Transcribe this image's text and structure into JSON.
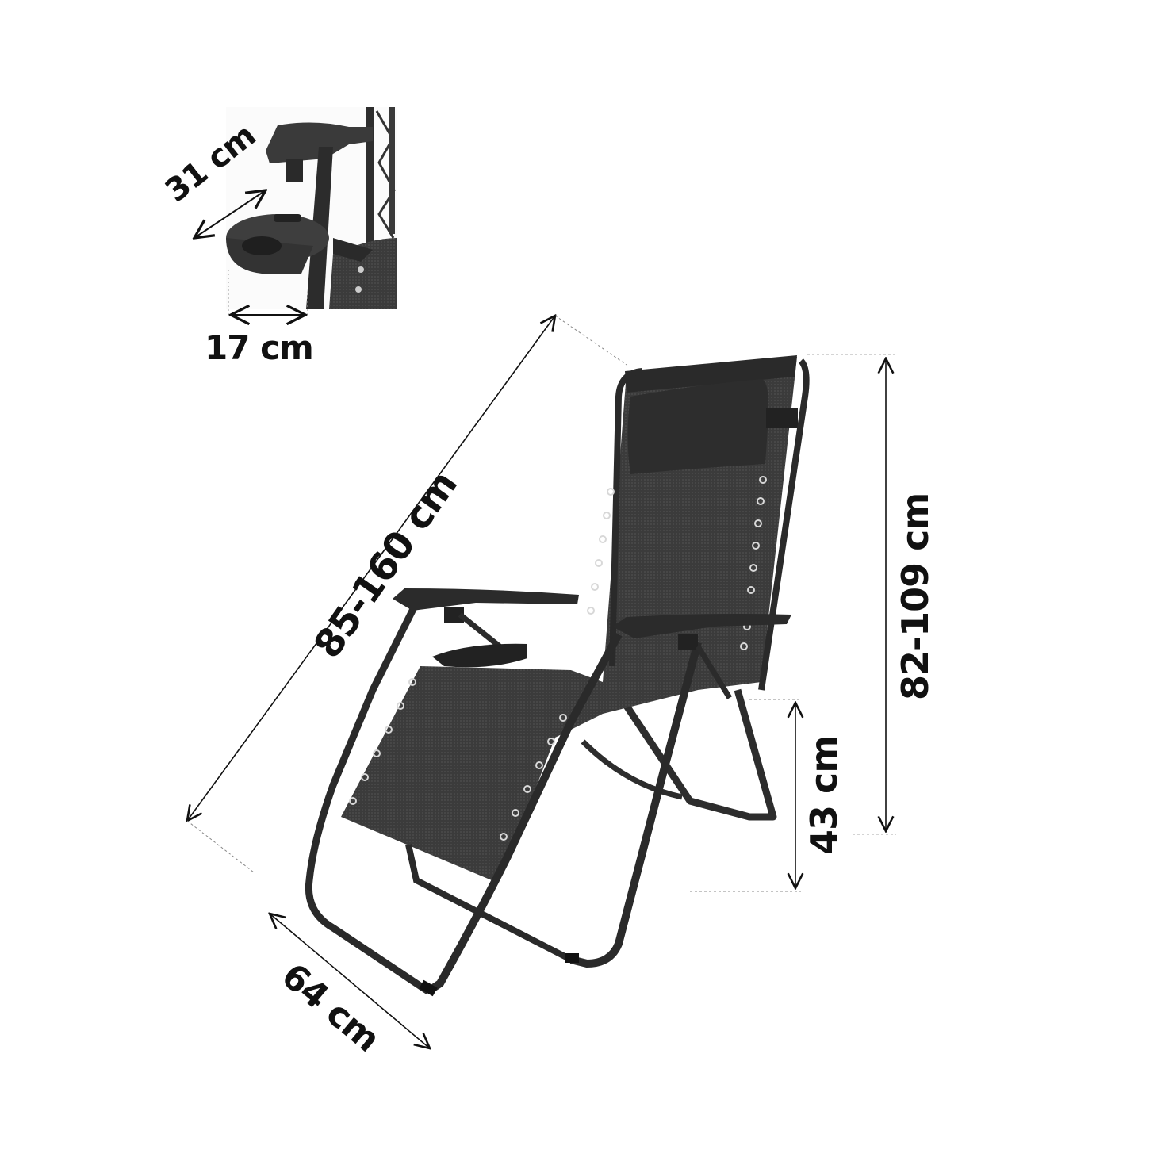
{
  "diagram": {
    "subject": "zero gravity reclining lounge chair with headrest pillow and side tray",
    "colors": {
      "background": "#ffffff",
      "frame": "#2b2b2b",
      "fabric": "#3a3a3a",
      "dimension_line": "#111111",
      "guide_line": "#9a9a9a"
    },
    "dimensions": {
      "tray_depth": "31 cm",
      "tray_width": "17 cm",
      "length": "85-160 cm",
      "height": "82-109 cm",
      "seat_height": "43 cm",
      "width": "64 cm"
    },
    "inset": {
      "description": "close-up of side tray with cup holder attached to armrest"
    }
  }
}
